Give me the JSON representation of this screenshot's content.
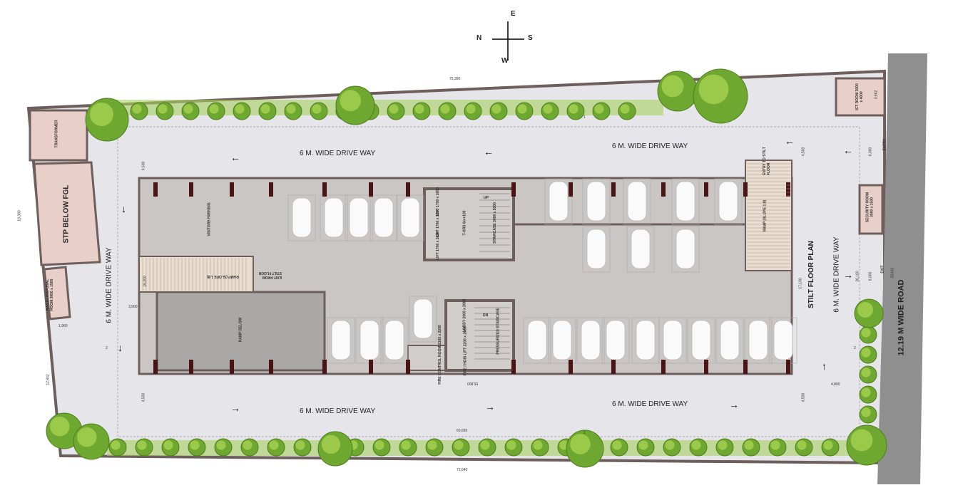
{
  "compass": {
    "n": "N",
    "e": "E",
    "s": "S",
    "w": "W"
  },
  "title": "STILT FLOOR PLAN",
  "road": "12.19 M WIDE ROAD",
  "driveways": {
    "top_left": "6 M. WIDE DRIVE WAY",
    "top_right": "6 M. WIDE DRIVE WAY",
    "bottom_left": "6 M. WIDE DRIVE WAY",
    "bottom_right": "6 M. WIDE DRIVE WAY",
    "left": "6 M. WIDE DRIVE WAY",
    "right": "6 M. WIDE DRIVE WAY"
  },
  "rooms": {
    "transformer": "TRANSFORMER",
    "stp": "STP BELOW FGL",
    "waste": "WASTE DISPOSAL ROOM 3000 x 1500",
    "ict": "ICT ROOM 3000 x 4000",
    "security": "SECURITY ROOM 3000 x 1500",
    "visitors": "VISITORS PARKING",
    "exit_ramp": "RAMP (SLOPE 1:8)",
    "exit_from": "EXIT FROM STILT FLOOR",
    "ramp_below": "RAMP BELOW",
    "entry_ramp": "RAMP (SLOPE 1:8)",
    "entry_to": "ENTRY TO STILT FLOOR",
    "lift": "LIFT 1700 x 1650",
    "corridor": "T-HRS 6m+100",
    "staircase": "STAIRCASE 3000 x 5000",
    "lobby": "LOBBY 2000 x 2000",
    "fire_lift": "FIRE / HOIS LIFT 2200 x 2000",
    "fire_control": "FIRE CONTROL ROOM 2100 x 2200",
    "pressurized": "PRESSURIZED STAIRCASE",
    "up": "UP",
    "dn": "DN"
  },
  "gates": {
    "entry": "ENTRY",
    "exit": "EXIT"
  },
  "dimensions": {
    "top": "75,390",
    "bottom": "71,640",
    "left": "18,380",
    "left_lower": "12,842",
    "setback_left": "1,960",
    "inner_bottom": "60,650",
    "core": "55,800",
    "right_width": "26,100",
    "building_depth": "17,100",
    "road_len": "33,641",
    "ict": "3,662",
    "drive": "4,500",
    "entry_w": "6,000",
    "exit_w": "6,000",
    "ramp": "16,200",
    "b1": "3,900",
    "b2": "4,800"
  },
  "grid_markers": [
    "1",
    "2"
  ],
  "colors": {
    "drive": "#e6e6ea",
    "building": "#c9c6c4",
    "room": "#e8cfc9",
    "wall": "#6e5f5c",
    "column": "#4a1414",
    "road": "#8f8f8f",
    "grass": "#9ccc55"
  }
}
